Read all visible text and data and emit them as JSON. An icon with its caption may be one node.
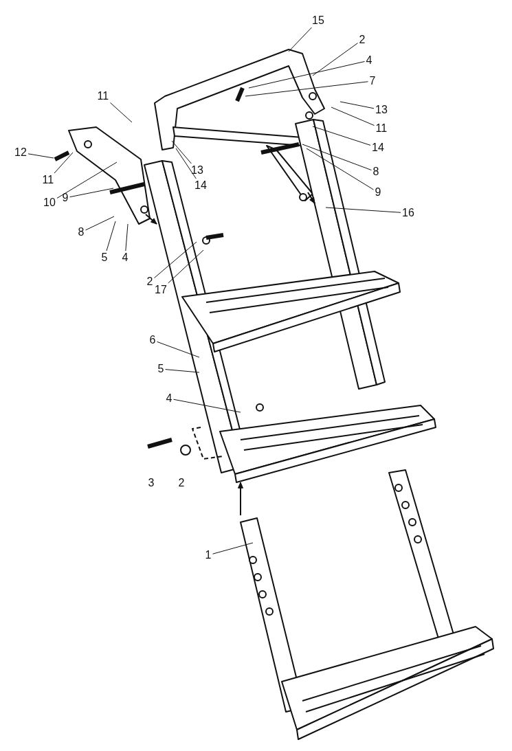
{
  "diagram": {
    "nodes": [
      {
        "text": [
          "15"
        ]
      },
      {
        "text": [
          "2"
        ]
      },
      {
        "text": [
          "4"
        ]
      },
      {
        "text": [
          "7"
        ]
      },
      {
        "text": [
          "11"
        ]
      },
      {
        "text": [
          "13"
        ]
      },
      {
        "text": [
          "11"
        ]
      },
      {
        "text": [
          "14"
        ]
      },
      {
        "text": [
          "12"
        ]
      },
      {
        "text": [
          "11"
        ]
      },
      {
        "text": [
          "13"
        ]
      },
      {
        "text": [
          "8"
        ]
      },
      {
        "text": [
          "14"
        ]
      },
      {
        "text": [
          "10"
        ]
      },
      {
        "text": [
          "9"
        ]
      },
      {
        "text": [
          "9"
        ]
      },
      {
        "text": [
          "16"
        ]
      },
      {
        "text": [
          "8"
        ]
      },
      {
        "text": [
          "5"
        ]
      },
      {
        "text": [
          "4"
        ]
      },
      {
        "text": [
          "2"
        ]
      },
      {
        "text": [
          "17"
        ]
      },
      {
        "text": [
          "6"
        ]
      },
      {
        "text": [
          "5"
        ]
      },
      {
        "text": [
          "4"
        ]
      },
      {
        "text": [
          "1"
        ]
      }
    ],
    "edges": [
      {
        "from": 0,
        "to": null,
        "arrow": "none"
      },
      {
        "from": 1,
        "to": null,
        "arrow": "none"
      },
      {
        "from": 2,
        "to": null,
        "arrow": "none"
      },
      {
        "from": 3,
        "to": null,
        "arrow": "none"
      },
      {
        "from": 4,
        "to": null,
        "arrow": "none"
      },
      {
        "from": 5,
        "to": null,
        "arrow": "none"
      },
      {
        "from": 6,
        "to": null,
        "arrow": "none"
      },
      {
        "from": 7,
        "to": null,
        "arrow": "none"
      },
      {
        "from": 8,
        "to": null,
        "arrow": "none"
      },
      {
        "from": 9,
        "to": null,
        "arrow": "none"
      },
      {
        "from": 10,
        "to": null,
        "arrow": "none"
      },
      {
        "from": 11,
        "to": null,
        "arrow": "none"
      },
      {
        "from": 12,
        "to": null,
        "arrow": "none"
      },
      {
        "from": 13,
        "to": null,
        "arrow": "none"
      },
      {
        "from": 14,
        "to": null,
        "arrow": "none"
      },
      {
        "from": 15,
        "to": null,
        "arrow": "none"
      },
      {
        "from": 16,
        "to": null,
        "arrow": "none"
      },
      {
        "from": 17,
        "to": null,
        "arrow": "none"
      },
      {
        "from": 18,
        "to": null,
        "arrow": "none"
      },
      {
        "from": 19,
        "to": null,
        "arrow": "none"
      },
      {
        "from": 20,
        "to": null,
        "arrow": "none"
      },
      {
        "from": 21,
        "to": null,
        "arrow": "none"
      },
      {
        "from": 22,
        "to": null,
        "arrow": "none"
      },
      {
        "from": 23,
        "to": null,
        "arrow": "none"
      },
      {
        "from": 24,
        "to": null,
        "arrow": "none"
      },
      {
        "from": 25,
        "to": null,
        "arrow": "none"
      }
    ],
    "labels": [
      "3",
      "2"
    ]
  }
}
